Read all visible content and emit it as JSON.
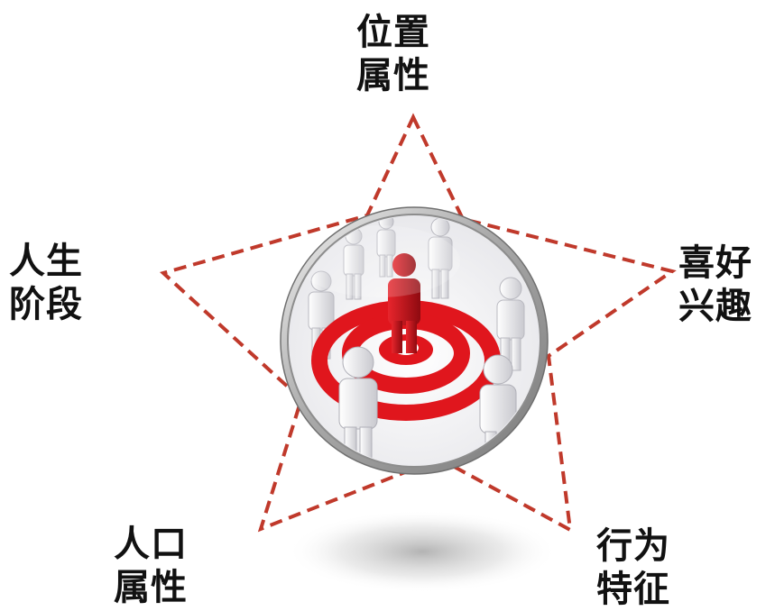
{
  "labels": {
    "top": {
      "line1": "位置",
      "line2": "属性"
    },
    "left": {
      "line1": "人生",
      "line2": "阶段"
    },
    "right": {
      "line1": "喜好",
      "line2": "兴趣"
    },
    "bottom_left": {
      "line1": "人口",
      "line2": "属性"
    },
    "bottom_right": {
      "line1": "行为",
      "line2": "特征"
    }
  },
  "colors": {
    "star_outline": "#c0392b",
    "target_red": "#e0161d",
    "figure_red": "#c41018",
    "lens_ring": "#b8b8b8"
  },
  "icons": {
    "center": "magnifier-target-crowd-icon"
  }
}
